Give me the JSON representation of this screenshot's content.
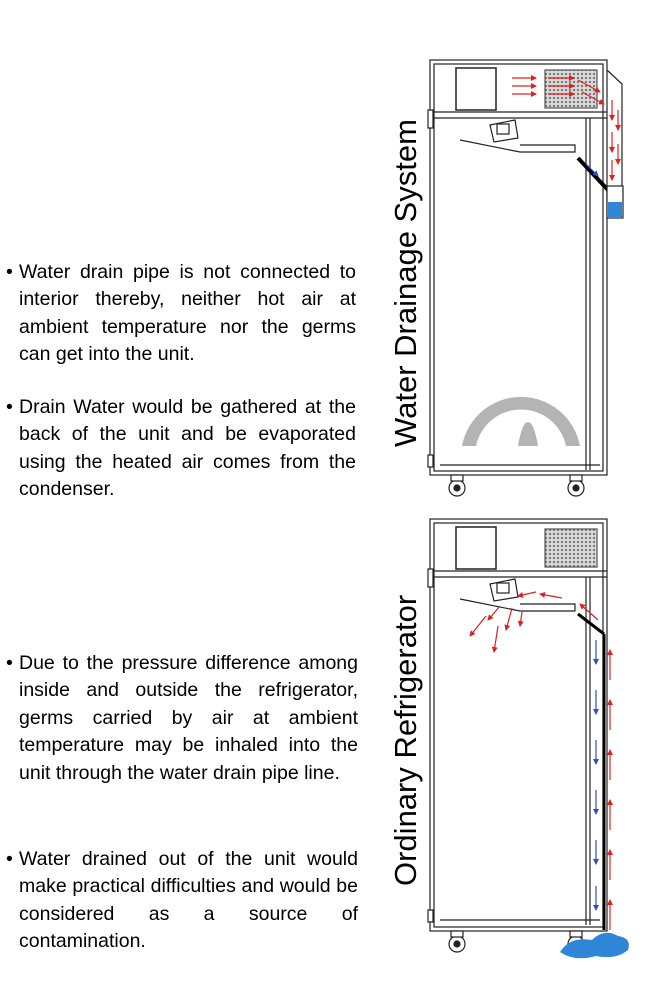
{
  "top_section": {
    "title": "Water Drainage System",
    "bullets": [
      "Water drain pipe is not connected to interior thereby, neither hot air at ambient temperature nor the germs can get into the unit.",
      "Drain Water would be gathered at the back of the unit and be evaporated using the heated air comes from the condenser."
    ]
  },
  "bottom_section": {
    "title": "Ordinary Refrigerator",
    "bullets": [
      "Due to the pressure difference among inside and outside the refrigerator, germs carried by air at ambient temperature may be inhaled into the unit through the water drain pipe line.",
      "Water drained out of the unit would make practical difficulties and would be considered as a source of contamination."
    ]
  },
  "colors": {
    "hot_air_arrows": "#e02020",
    "cold_air_arrows": "#3050c0",
    "water": "#2f86d8",
    "logo_gray": "#b4b4b4"
  },
  "icons": {
    "bullet": "•"
  }
}
